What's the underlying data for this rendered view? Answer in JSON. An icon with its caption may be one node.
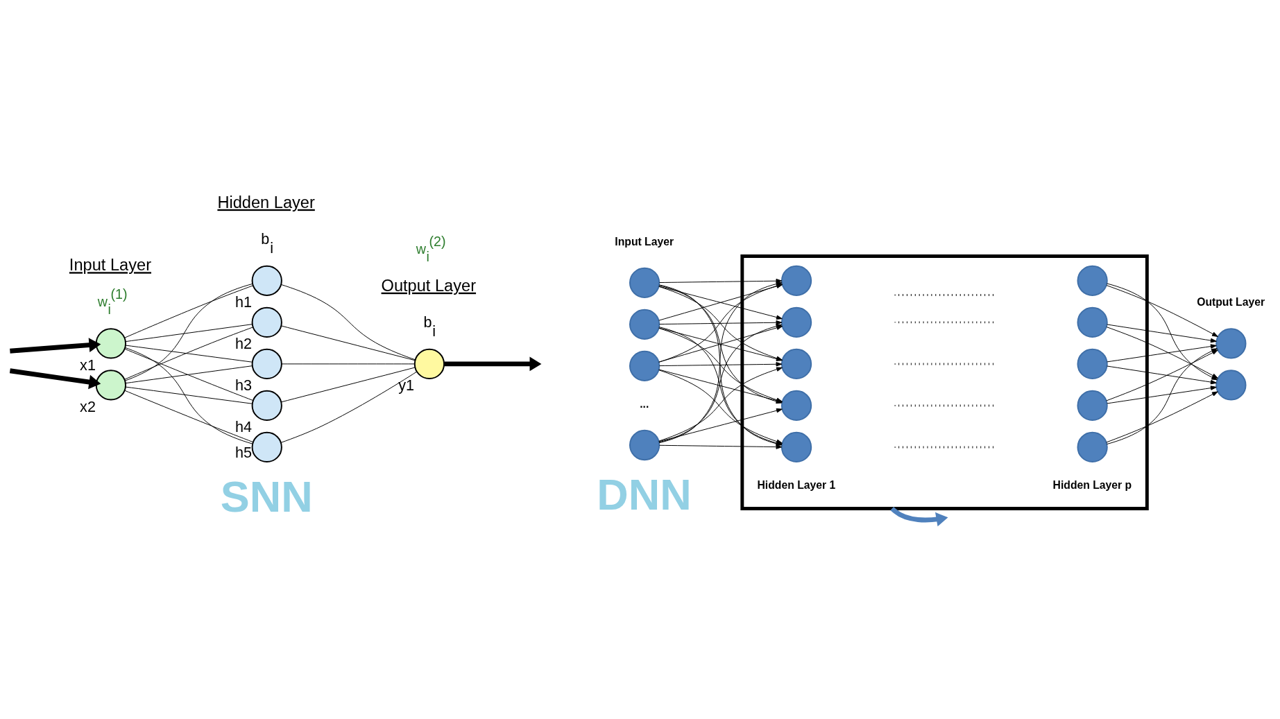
{
  "diagram": {
    "nodes": [
      {
        "text": [],
        "shape": "circle",
        "beside": [
          "x1"
        ]
      },
      {
        "text": [],
        "shape": "circle",
        "beside": [
          "x2"
        ]
      },
      {
        "text": [],
        "shape": "circle",
        "beside": [
          "h1"
        ]
      },
      {
        "text": [],
        "shape": "circle",
        "beside": [
          "h2"
        ]
      },
      {
        "text": [],
        "shape": "circle",
        "beside": [
          "h3"
        ]
      },
      {
        "text": [],
        "shape": "circle",
        "beside": [
          "h4"
        ]
      },
      {
        "text": [],
        "shape": "circle",
        "beside": [
          "h5"
        ]
      },
      {
        "text": [],
        "shape": "circle",
        "beside": [
          "y1"
        ]
      },
      {
        "text": [],
        "shape": "box"
      },
      {
        "text": [],
        "shape": "circle"
      },
      {
        "text": [],
        "shape": "circle"
      },
      {
        "text": [],
        "shape": "circle"
      },
      {
        "text": [],
        "shape": "circle"
      },
      {
        "text": [],
        "shape": "circle",
        "in": 8
      },
      {
        "text": [],
        "shape": "circle",
        "in": 8
      },
      {
        "text": [],
        "shape": "circle",
        "in": 8
      },
      {
        "text": [],
        "shape": "circle",
        "in": 8
      },
      {
        "text": [],
        "shape": "circle",
        "in": 8
      },
      {
        "text": [],
        "shape": "circle",
        "in": 8
      },
      {
        "text": [],
        "shape": "circle",
        "in": 8
      },
      {
        "text": [],
        "shape": "circle",
        "in": 8
      },
      {
        "text": [],
        "shape": "circle",
        "in": 8
      },
      {
        "text": [],
        "shape": "circle",
        "in": 8
      },
      {
        "text": [],
        "shape": "circle"
      },
      {
        "text": [],
        "shape": "circle"
      }
    ],
    "edges": [
      {
        "from": null,
        "to": 0,
        "arrow": "to",
        "style": "thick"
      },
      {
        "from": null,
        "to": 1,
        "arrow": "to",
        "style": "thick"
      },
      {
        "from": 0,
        "to": 2,
        "arrow": "none"
      },
      {
        "from": 0,
        "to": 3,
        "arrow": "none"
      },
      {
        "from": 0,
        "to": 4,
        "arrow": "none"
      },
      {
        "from": 0,
        "to": 5,
        "arrow": "none"
      },
      {
        "from": 0,
        "to": 6,
        "arrow": "none"
      },
      {
        "from": 1,
        "to": 2,
        "arrow": "none"
      },
      {
        "from": 1,
        "to": 3,
        "arrow": "none"
      },
      {
        "from": 1,
        "to": 4,
        "arrow": "none"
      },
      {
        "from": 1,
        "to": 5,
        "arrow": "none"
      },
      {
        "from": 1,
        "to": 6,
        "arrow": "none"
      },
      {
        "from": 2,
        "to": 7,
        "arrow": "none"
      },
      {
        "from": 3,
        "to": 7,
        "arrow": "none"
      },
      {
        "from": 4,
        "to": 7,
        "arrow": "none"
      },
      {
        "from": 5,
        "to": 7,
        "arrow": "none"
      },
      {
        "from": 6,
        "to": 7,
        "arrow": "none"
      },
      {
        "from": 7,
        "to": null,
        "arrow": "to",
        "style": "thick"
      },
      {
        "from": 9,
        "to": 13,
        "arrow": "to"
      },
      {
        "from": 9,
        "to": 14,
        "arrow": "to"
      },
      {
        "from": 9,
        "to": 15,
        "arrow": "to"
      },
      {
        "from": 9,
        "to": 16,
        "arrow": "to"
      },
      {
        "from": 9,
        "to": 17,
        "arrow": "to"
      },
      {
        "from": 10,
        "to": 13,
        "arrow": "to"
      },
      {
        "from": 10,
        "to": 14,
        "arrow": "to"
      },
      {
        "from": 10,
        "to": 15,
        "arrow": "to"
      },
      {
        "from": 10,
        "to": 16,
        "arrow": "to"
      },
      {
        "from": 10,
        "to": 17,
        "arrow": "to"
      },
      {
        "from": 11,
        "to": 13,
        "arrow": "to"
      },
      {
        "from": 11,
        "to": 14,
        "arrow": "to"
      },
      {
        "from": 11,
        "to": 15,
        "arrow": "to"
      },
      {
        "from": 11,
        "to": 16,
        "arrow": "to"
      },
      {
        "from": 11,
        "to": 17,
        "arrow": "to"
      },
      {
        "from": 12,
        "to": 13,
        "arrow": "to"
      },
      {
        "from": 12,
        "to": 14,
        "arrow": "to"
      },
      {
        "from": 12,
        "to": 15,
        "arrow": "to"
      },
      {
        "from": 12,
        "to": 16,
        "arrow": "to"
      },
      {
        "from": 12,
        "to": 17,
        "arrow": "to"
      },
      {
        "from": 18,
        "to": 23,
        "arrow": "to"
      },
      {
        "from": 18,
        "to": 24,
        "arrow": "to"
      },
      {
        "from": 19,
        "to": 23,
        "arrow": "to"
      },
      {
        "from": 19,
        "to": 24,
        "arrow": "to"
      },
      {
        "from": 20,
        "to": 23,
        "arrow": "to"
      },
      {
        "from": 20,
        "to": 24,
        "arrow": "to"
      },
      {
        "from": 21,
        "to": 23,
        "arrow": "to"
      },
      {
        "from": 21,
        "to": 24,
        "arrow": "to"
      },
      {
        "from": 22,
        "to": 23,
        "arrow": "to"
      },
      {
        "from": 22,
        "to": 24,
        "arrow": "to"
      },
      {
        "from": 8,
        "to": null,
        "arrow": "to",
        "style": "thick",
        "color": "#4f81bd"
      }
    ],
    "labels": [
      "Hidden Layer",
      "Input Layer",
      "Input Layer",
      "Hidden Layer 1",
      "Hidden Layer p",
      "Output Layer",
      "b$_{i}$",
      "w$_{i}$$^{(1)}$",
      "w$_{i}$$^{(2)}$",
      "Output Layer",
      "b$_{i}$",
      "...",
      "SNN",
      "DNN"
    ]
  }
}
